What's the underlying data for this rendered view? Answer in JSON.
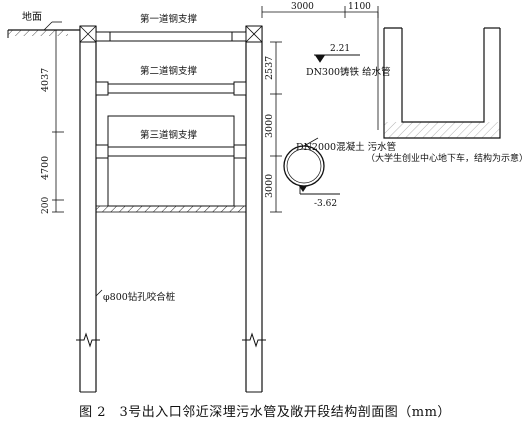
{
  "labels": {
    "ground": "地面",
    "strut1": "第一道钢支撑",
    "strut2": "第二道钢支撑",
    "strut3": "第三道钢支撑",
    "water_pipe": "DN300铸铁 给水管",
    "water_elev": "2.21",
    "sewer_pipe": "DN2000混凝土 污水管",
    "sewer_elev": "-3.62",
    "basement_note": "（大学生创业中心地下车，结构为示意）",
    "pile": "φ800钻孔咬合桩"
  },
  "dimensions": {
    "top1": "3000",
    "top2": "1100",
    "left1": "4037",
    "left2": "4700",
    "left3": "200",
    "right1": "2537",
    "right2": "3000",
    "right3": "3000"
  },
  "caption": "图 2　3号出入口邻近深埋污水管及敞开段结构剖面图（mm）"
}
